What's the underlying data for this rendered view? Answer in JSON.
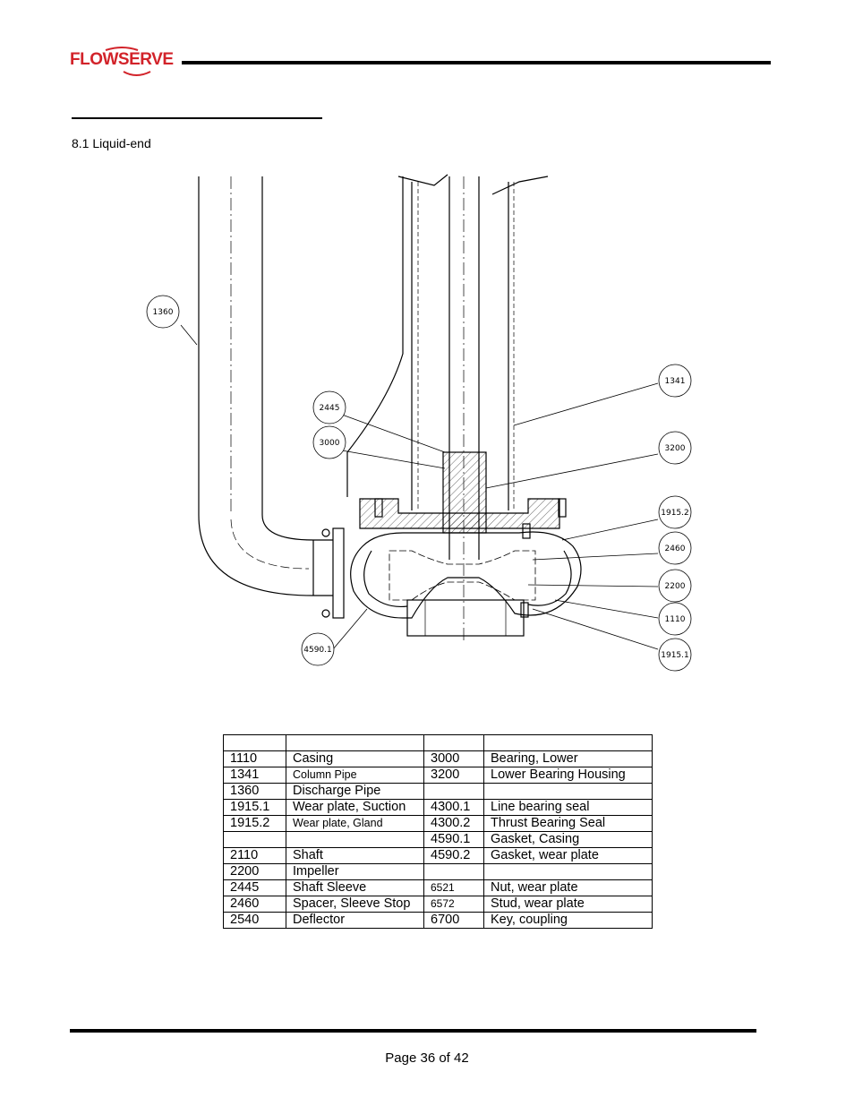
{
  "header": {
    "logo_text": "FLOWSERVE"
  },
  "section": {
    "label": "8.1 Liquid-end"
  },
  "callouts": [
    "1360",
    "1341",
    "2445",
    "3000",
    "3200",
    "1915.2",
    "2460",
    "2200",
    "1110",
    "1915.1",
    "4590.1"
  ],
  "parts_table": {
    "rows": [
      [
        "",
        "",
        "",
        ""
      ],
      [
        "1110",
        "Casing",
        "3000",
        "Bearing, Lower"
      ],
      [
        "1341",
        "Column Pipe",
        "3200",
        "Lower Bearing Housing"
      ],
      [
        "1360",
        "Discharge Pipe",
        "",
        ""
      ],
      [
        "1915.1",
        "Wear plate, Suction",
        "4300.1",
        "Line bearing seal"
      ],
      [
        "1915.2",
        "Wear plate, Gland",
        "4300.2",
        "Thrust Bearing Seal"
      ],
      [
        "",
        "",
        "4590.1",
        "Gasket, Casing"
      ],
      [
        "2110",
        "Shaft",
        "4590.2",
        "Gasket, wear plate"
      ],
      [
        "2200",
        "Impeller",
        "",
        ""
      ],
      [
        "2445",
        "Shaft Sleeve",
        "6521",
        "Nut, wear plate"
      ],
      [
        "2460",
        "Spacer, Sleeve Stop",
        "6572",
        "Stud, wear plate"
      ],
      [
        "2540",
        "Deflector",
        "6700",
        "Key, coupling"
      ]
    ]
  },
  "footer": {
    "page_label": "Page 36 of 42"
  }
}
